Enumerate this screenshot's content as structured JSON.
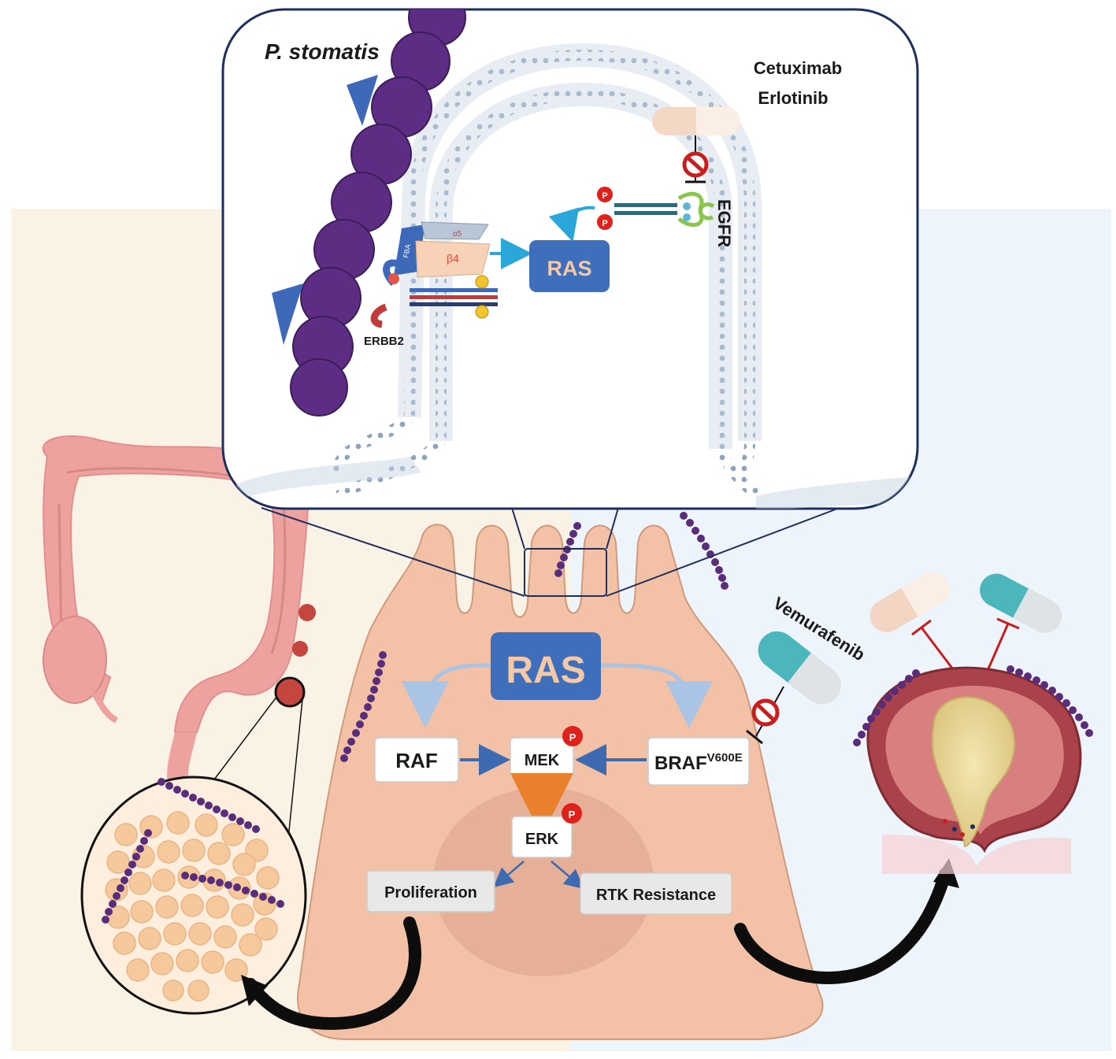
{
  "labels": {
    "bacterium": "P. stomatis",
    "drug_egfr_1": "Cetuximab",
    "drug_egfr_2": "Erlotinib",
    "receptor_egfr": "EGFR",
    "receptor_erbb2": "ERBB2",
    "integrin_alpha": "α5",
    "integrin_beta": "β4",
    "adhesin": "FBA",
    "ras_inset": "RAS",
    "ras_main": "RAS",
    "raf": "RAF",
    "mek": "MEK",
    "erk": "ERK",
    "braf": "BRAF",
    "braf_mutation": "V600E",
    "proliferation": "Proliferation",
    "rtk_resistance": "RTK Resistance",
    "drug_braf": "Vemurafenib",
    "phospho": "P"
  },
  "colors": {
    "bacteria": "#5a2d7a",
    "ras_box": "#3f6fba",
    "ras_text": "#f6c9a6",
    "membrane": "#9eb2c8",
    "cell": "#f3c2a6",
    "phospho_red": "#e0201b",
    "inhibit_red": "#c81e1e",
    "background_left": "#fbf2e6",
    "background_right": "#eef4fb"
  }
}
